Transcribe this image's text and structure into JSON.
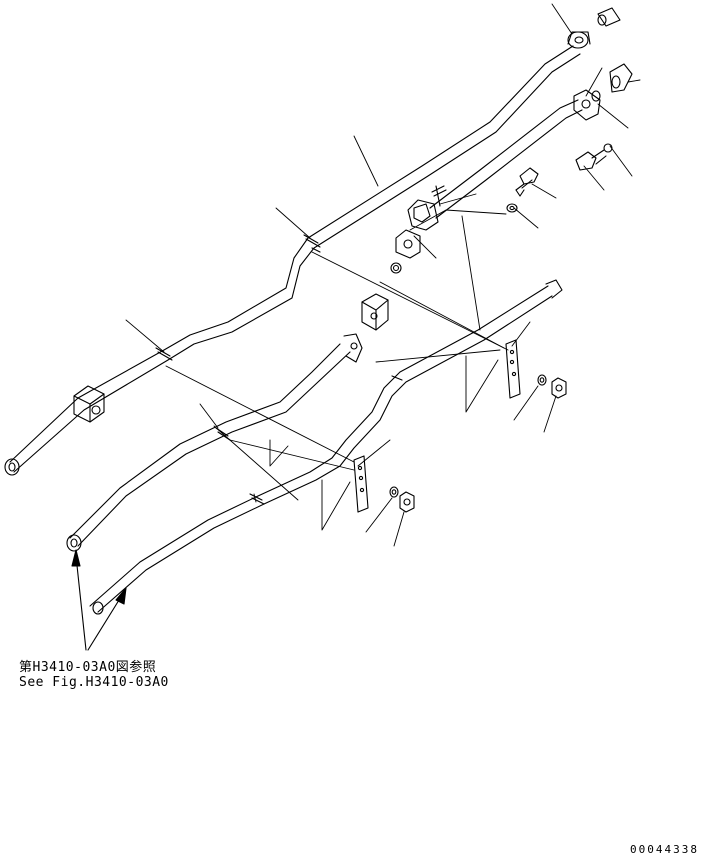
{
  "reference": {
    "jp": "第H3410-03A0図参照",
    "en": "See Fig.H3410-03A0"
  },
  "drawing_number": "00044338",
  "colors": {
    "line": "#000000",
    "background": "#ffffff"
  }
}
